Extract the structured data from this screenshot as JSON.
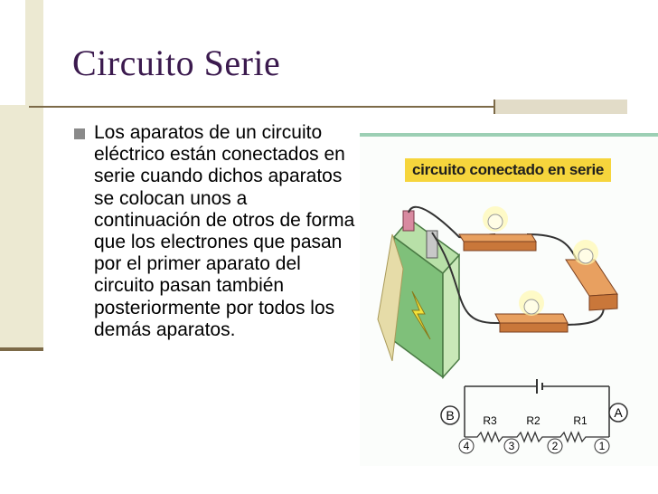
{
  "slide": {
    "title": "Circuito Serie",
    "body": "Los aparatos de un circuito eléctrico están conectados en serie cuando dichos aparatos se colocan unos a continuación de otros de forma que los electrones que pasan por el primer aparato del circuito pasan también posteriormente por todos los demás aparatos."
  },
  "figure": {
    "caption": "circuito conectado en serie",
    "nodes": [
      "B",
      "A"
    ],
    "resistors": [
      "R3",
      "R2",
      "R1"
    ],
    "points": [
      "4",
      "3",
      "2",
      "1"
    ]
  },
  "colors": {
    "title": "#3b1a4e",
    "accent_bar": "#ece9d2",
    "rule": "#7c6a48",
    "caption_bg": "#f6d53c",
    "battery": "#9ed08a",
    "board": "#c9773a"
  }
}
